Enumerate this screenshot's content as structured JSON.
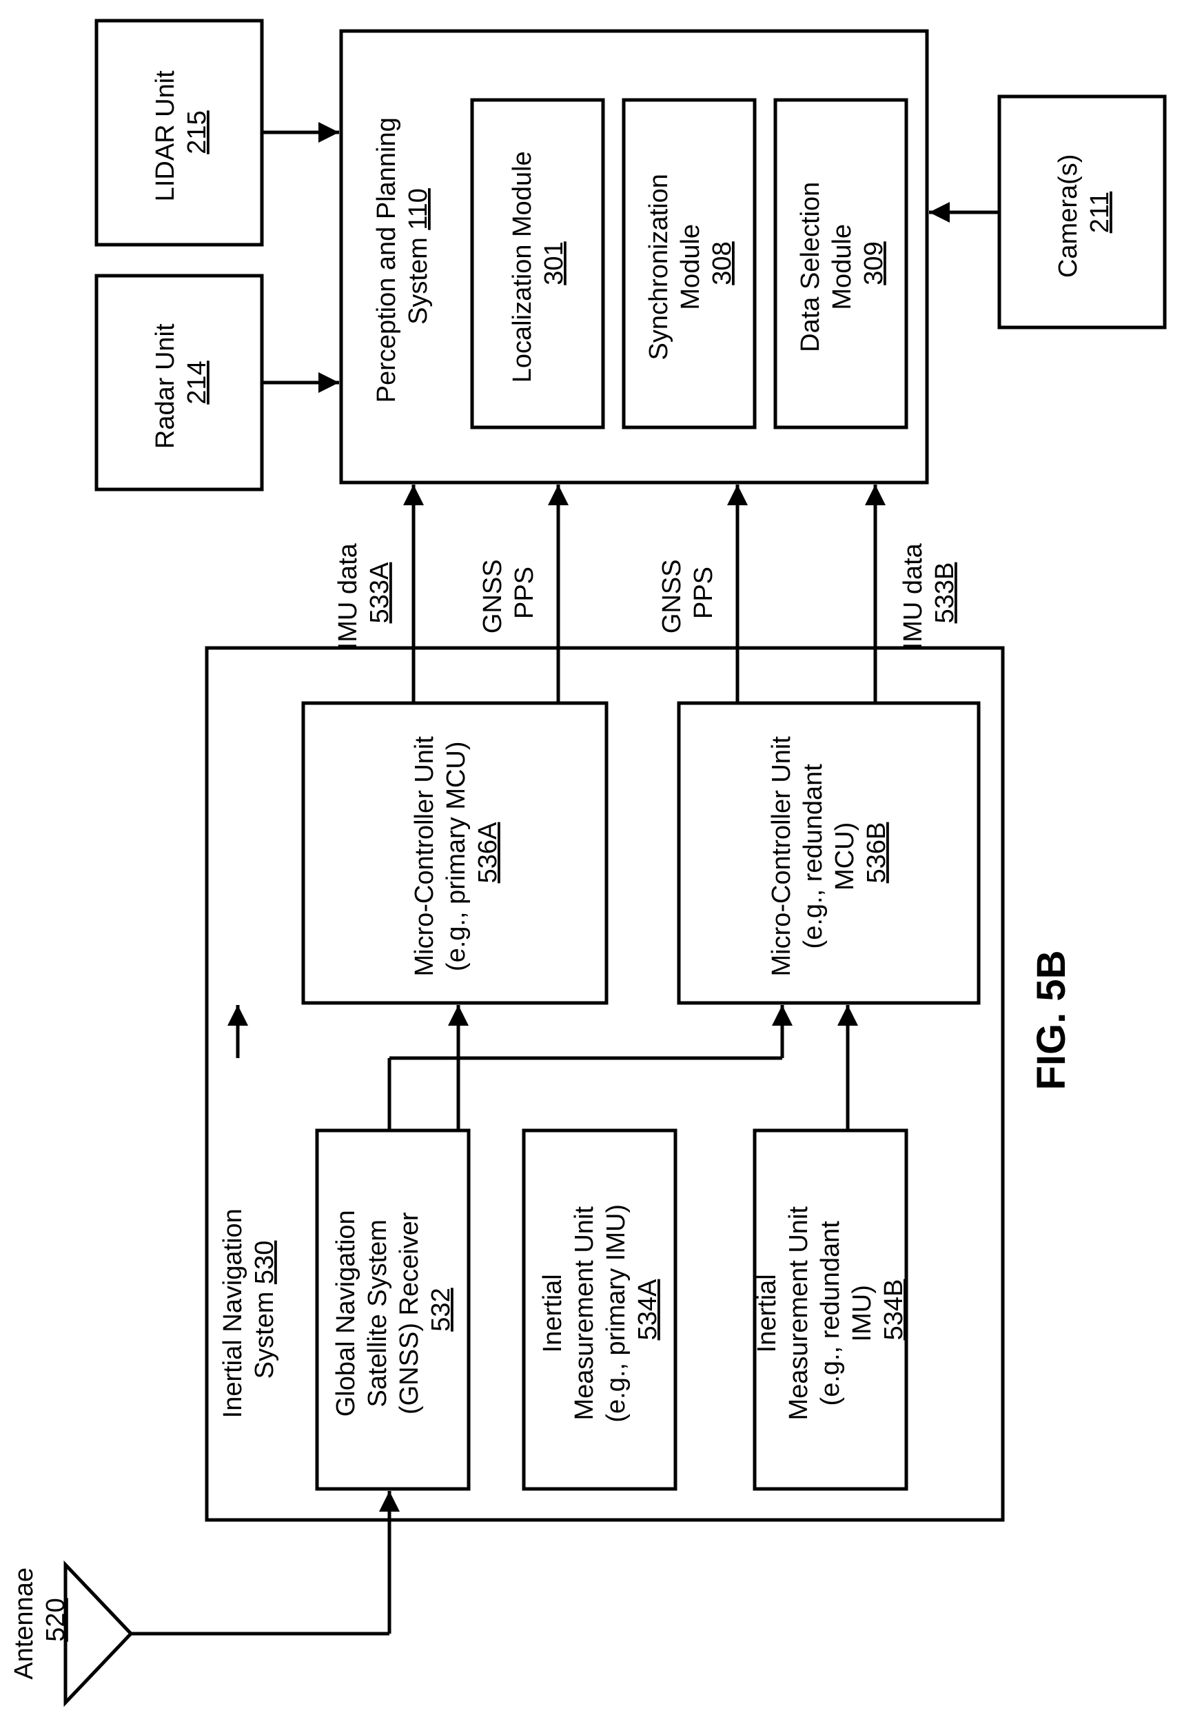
{
  "boxes": {
    "lidar": {
      "name": "LIDAR Unit",
      "ref": "215"
    },
    "radar": {
      "name": "Radar Unit",
      "ref": "214"
    },
    "perception": {
      "line1": "Perception and Planning",
      "line2": "System",
      "ref": "110"
    },
    "localization": {
      "line1": "Localization Module",
      "ref": "301"
    },
    "synchronization": {
      "line1": "Synchronization",
      "line2": "Module",
      "ref": "308"
    },
    "data_selection": {
      "line1": "Data Selection",
      "line2": "Module",
      "ref": "309"
    },
    "camera": {
      "name": "Camera(s)",
      "ref": "211"
    },
    "ins": {
      "line1": "Inertial Navigation",
      "line2": "System",
      "ref": "530"
    },
    "gnss_receiver": {
      "line1": "Global Navigation",
      "line2": "Satellite System",
      "line3": "(GNSS) Receiver",
      "ref": "532"
    },
    "imu_primary": {
      "line1": "Inertial",
      "line2": "Measurement Unit",
      "line3": "(e.g., primary IMU)",
      "ref": "534A"
    },
    "imu_redundant": {
      "line1": "Inertial",
      "line2": "Measurement Unit",
      "line3": "(e.g., redundant",
      "line4": "IMU)",
      "ref": "534B"
    },
    "mcu_primary": {
      "line1": "Micro-Controller Unit",
      "line2": "(e.g., primary MCU)",
      "ref": "536A"
    },
    "mcu_redundant": {
      "line1": "Micro-Controller Unit",
      "line2": "(e.g., redundant",
      "line3": "MCU)",
      "ref": "536B"
    }
  },
  "antenna": {
    "name": "Antennae",
    "ref": "520"
  },
  "signals": {
    "imu_a": {
      "line1": "IMU data",
      "ref": "533A"
    },
    "gnss_pps_a": {
      "line1": "GNSS",
      "line2": "PPS"
    },
    "gnss_pps_b": {
      "line1": "GNSS",
      "line2": "PPS"
    },
    "imu_b": {
      "line1": "IMU data",
      "ref": "533B"
    }
  },
  "figure_label": "FIG. 5B"
}
